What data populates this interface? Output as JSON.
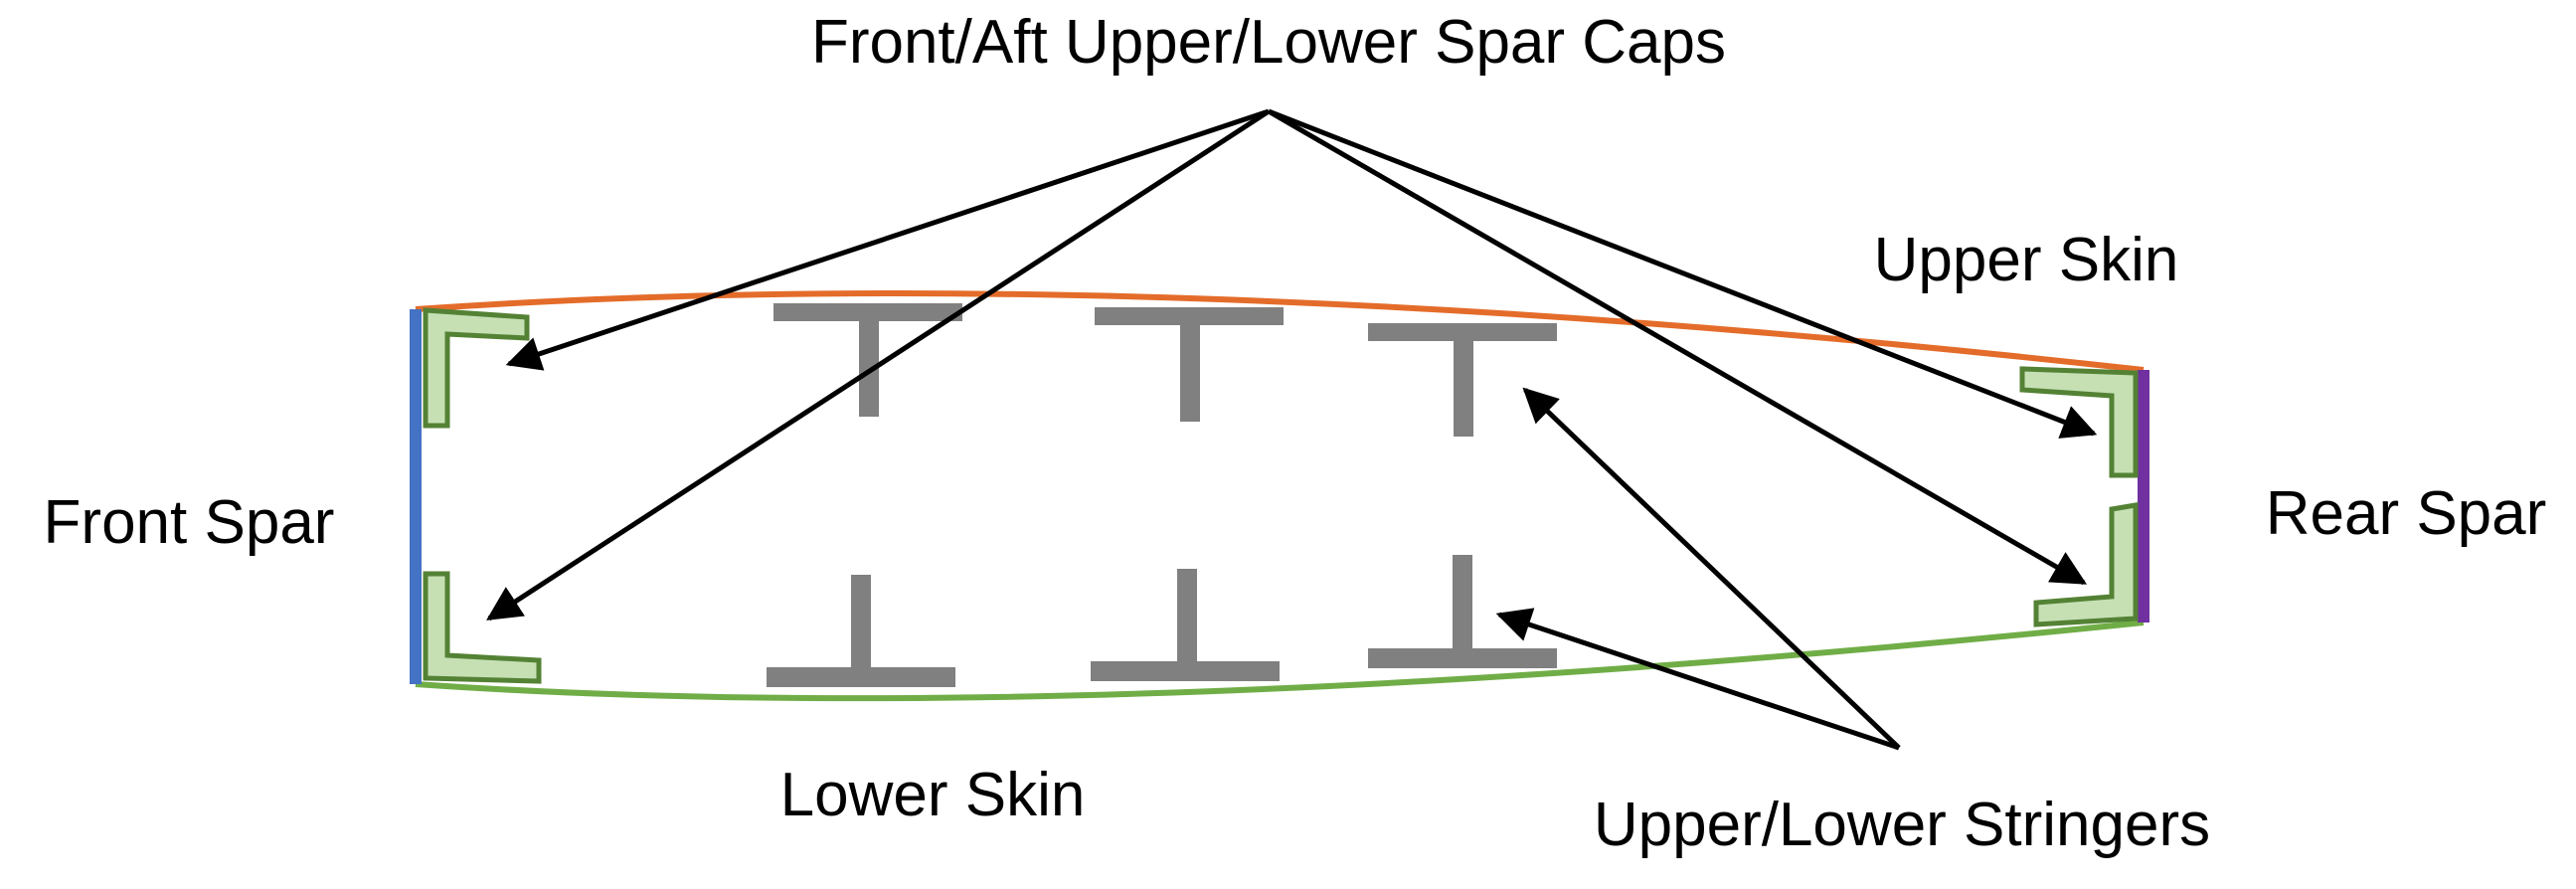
{
  "labels": {
    "spar_caps": "Front/Aft Upper/Lower Spar Caps",
    "upper_skin": "Upper Skin",
    "front_spar": "Front Spar",
    "rear_spar": "Rear Spar",
    "lower_skin": "Lower Skin",
    "stringers": "Upper/Lower Stringers"
  },
  "colors": {
    "front_spar": "#4472C4",
    "rear_spar": "#7030A0",
    "upper_skin": "#E46C2A",
    "lower_skin": "#70AD47",
    "spar_cap_fill": "#C6E0B4",
    "spar_cap_stroke": "#548235",
    "stringer": "#808080",
    "arrow": "#000000"
  }
}
